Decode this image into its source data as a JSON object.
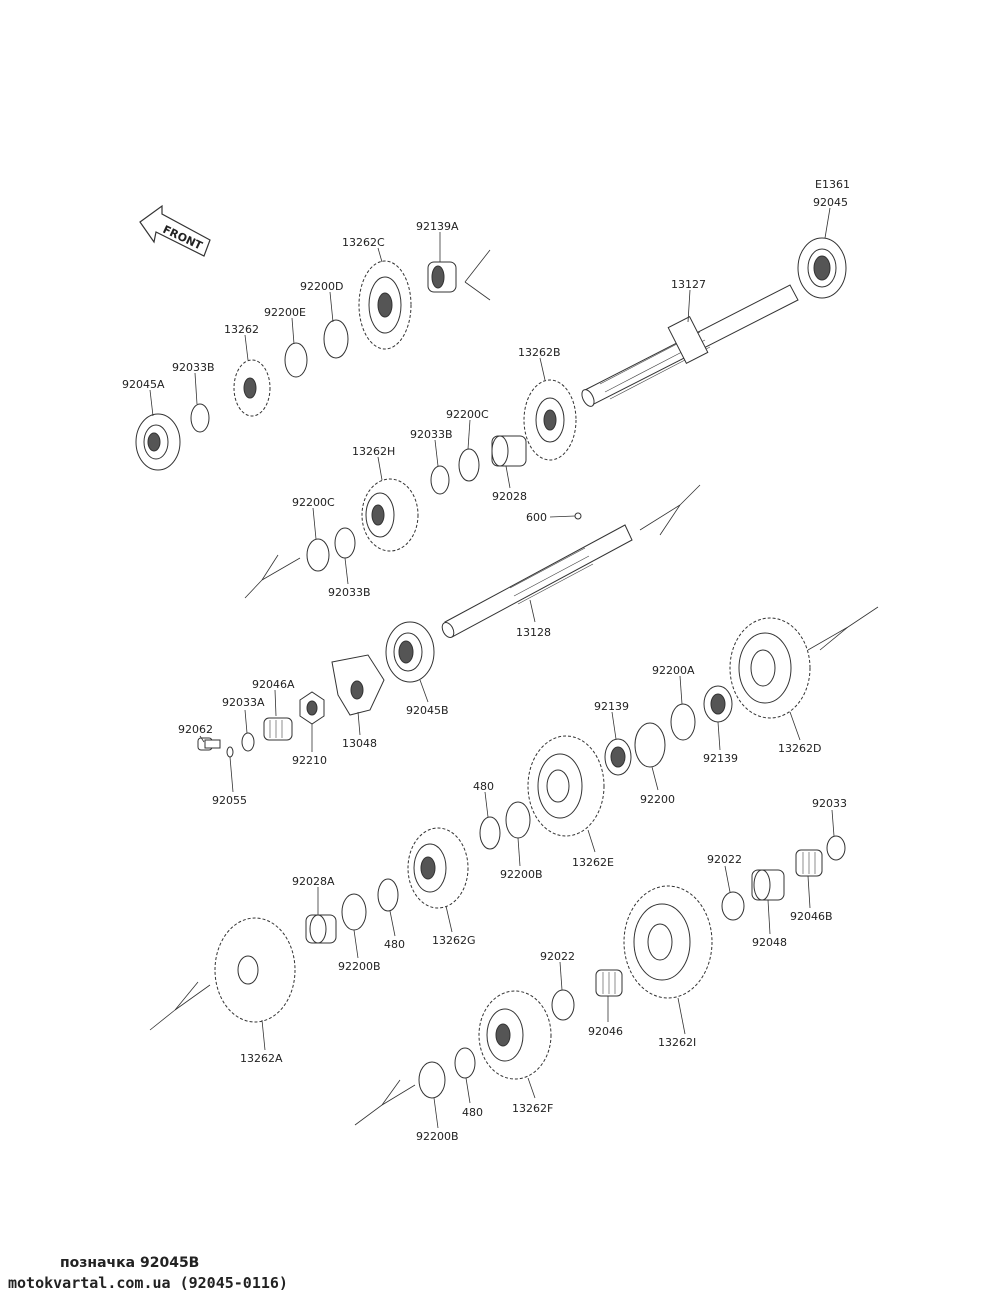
{
  "diagram_code": "E1361",
  "front_label": "FRONT",
  "labels": {
    "p92045": "92045",
    "p13127": "13127",
    "p92139A": "92139A",
    "p13262C": "13262C",
    "p92200D": "92200D",
    "p92200E": "92200E",
    "p13262": "13262",
    "p92033B_top": "92033B",
    "p92045A": "92045A",
    "p13262B": "13262B",
    "p92200C_top": "92200C",
    "p92033B_mid": "92033B",
    "p92028": "92028",
    "p13262H": "13262H",
    "p92200C_mid": "92200C",
    "p92033B_low": "92033B",
    "p600": "600",
    "p13128": "13128",
    "p92045B": "92045B",
    "p13048": "13048",
    "p92046A": "92046A",
    "p92033A": "92033A",
    "p92062": "92062",
    "p92210": "92210",
    "p92055": "92055",
    "p92200A": "92200A",
    "p92139_a": "92139",
    "p92139_b": "92139",
    "p13262D": "13262D",
    "p92200": "92200",
    "p480_a": "480",
    "p92200B_a": "92200B",
    "p13262E": "13262E",
    "p92033": "92033",
    "p92022_a": "92022",
    "p92046B": "92046B",
    "p92048": "92048",
    "p92028A": "92028A",
    "p480_b": "480",
    "p13262G": "13262G",
    "p92200B_b": "92200B",
    "p13262A": "13262A",
    "p92022_b": "92022",
    "p92046": "92046",
    "p13262I": "13262I",
    "p480_c": "480",
    "p13262F": "13262F",
    "p92200B_c": "92200B"
  },
  "caption": {
    "line1": "позначка 92045B",
    "line2": "motokvartal.com.ua (92045-0116)"
  }
}
